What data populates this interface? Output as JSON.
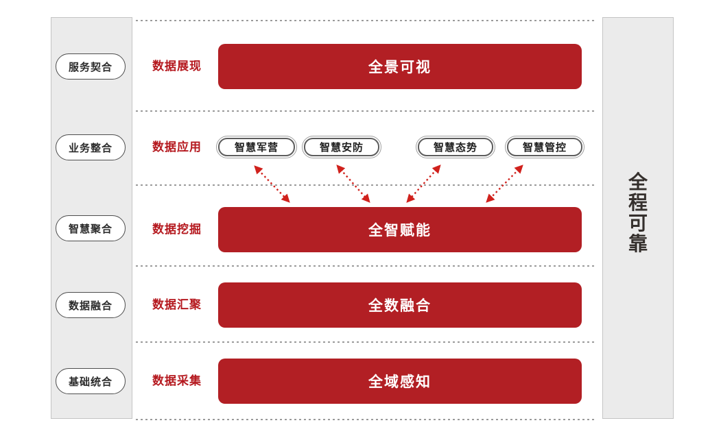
{
  "left_column": {
    "items": [
      "服务契合",
      "业务整合",
      "智慧聚合",
      "数据融合",
      "基础统合"
    ]
  },
  "right_column": {
    "label": "全程可靠"
  },
  "rows": {
    "row1": {
      "label": "数据展现",
      "bar": "全景可视"
    },
    "row2": {
      "label": "数据应用",
      "apps": [
        "智慧军营",
        "智慧安防",
        "智慧态势",
        "智慧管控"
      ]
    },
    "row3": {
      "label": "数据挖掘",
      "bar": "全智赋能"
    },
    "row4": {
      "label": "数据汇聚",
      "bar": "全数融合"
    },
    "row5": {
      "label": "数据采集",
      "bar": "全域感知"
    }
  },
  "colors": {
    "bar_red": "#b21f24",
    "label_red": "#b5191f",
    "arrow_red": "#d0211c",
    "panel_bg": "#ebebeb",
    "panel_border": "#c4c4c4",
    "dotted_line": "#9a9a9a"
  }
}
